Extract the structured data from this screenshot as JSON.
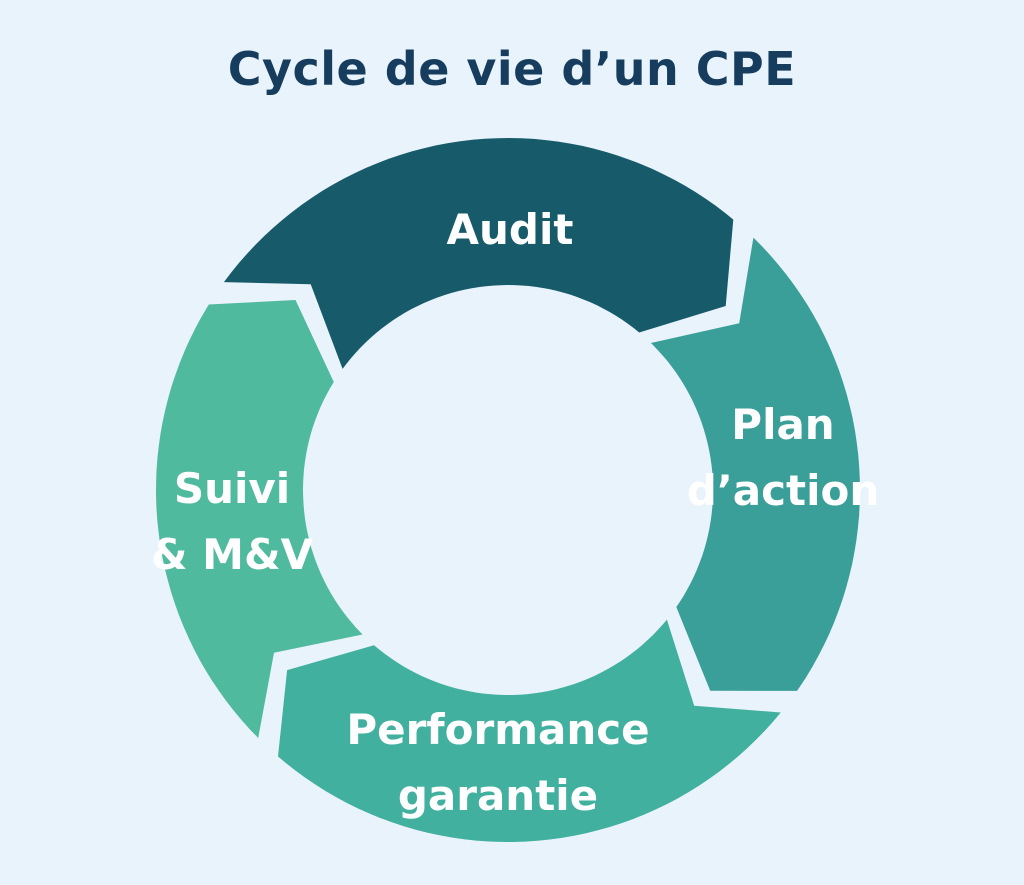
{
  "title": "Cycle de vie d’un CPE",
  "stages": [
    {
      "line1": "Audit",
      "line2": "",
      "color": "#175b6b"
    },
    {
      "line1": "Plan",
      "line2": "d’action",
      "color": "#3a9f99"
    },
    {
      "line1": "Performance",
      "line2": "garantie",
      "color": "#42b09f"
    },
    {
      "line1": "Suivi",
      "line2": "& M&V",
      "color": "#4fba9d"
    }
  ],
  "background": "#e9f3fc"
}
